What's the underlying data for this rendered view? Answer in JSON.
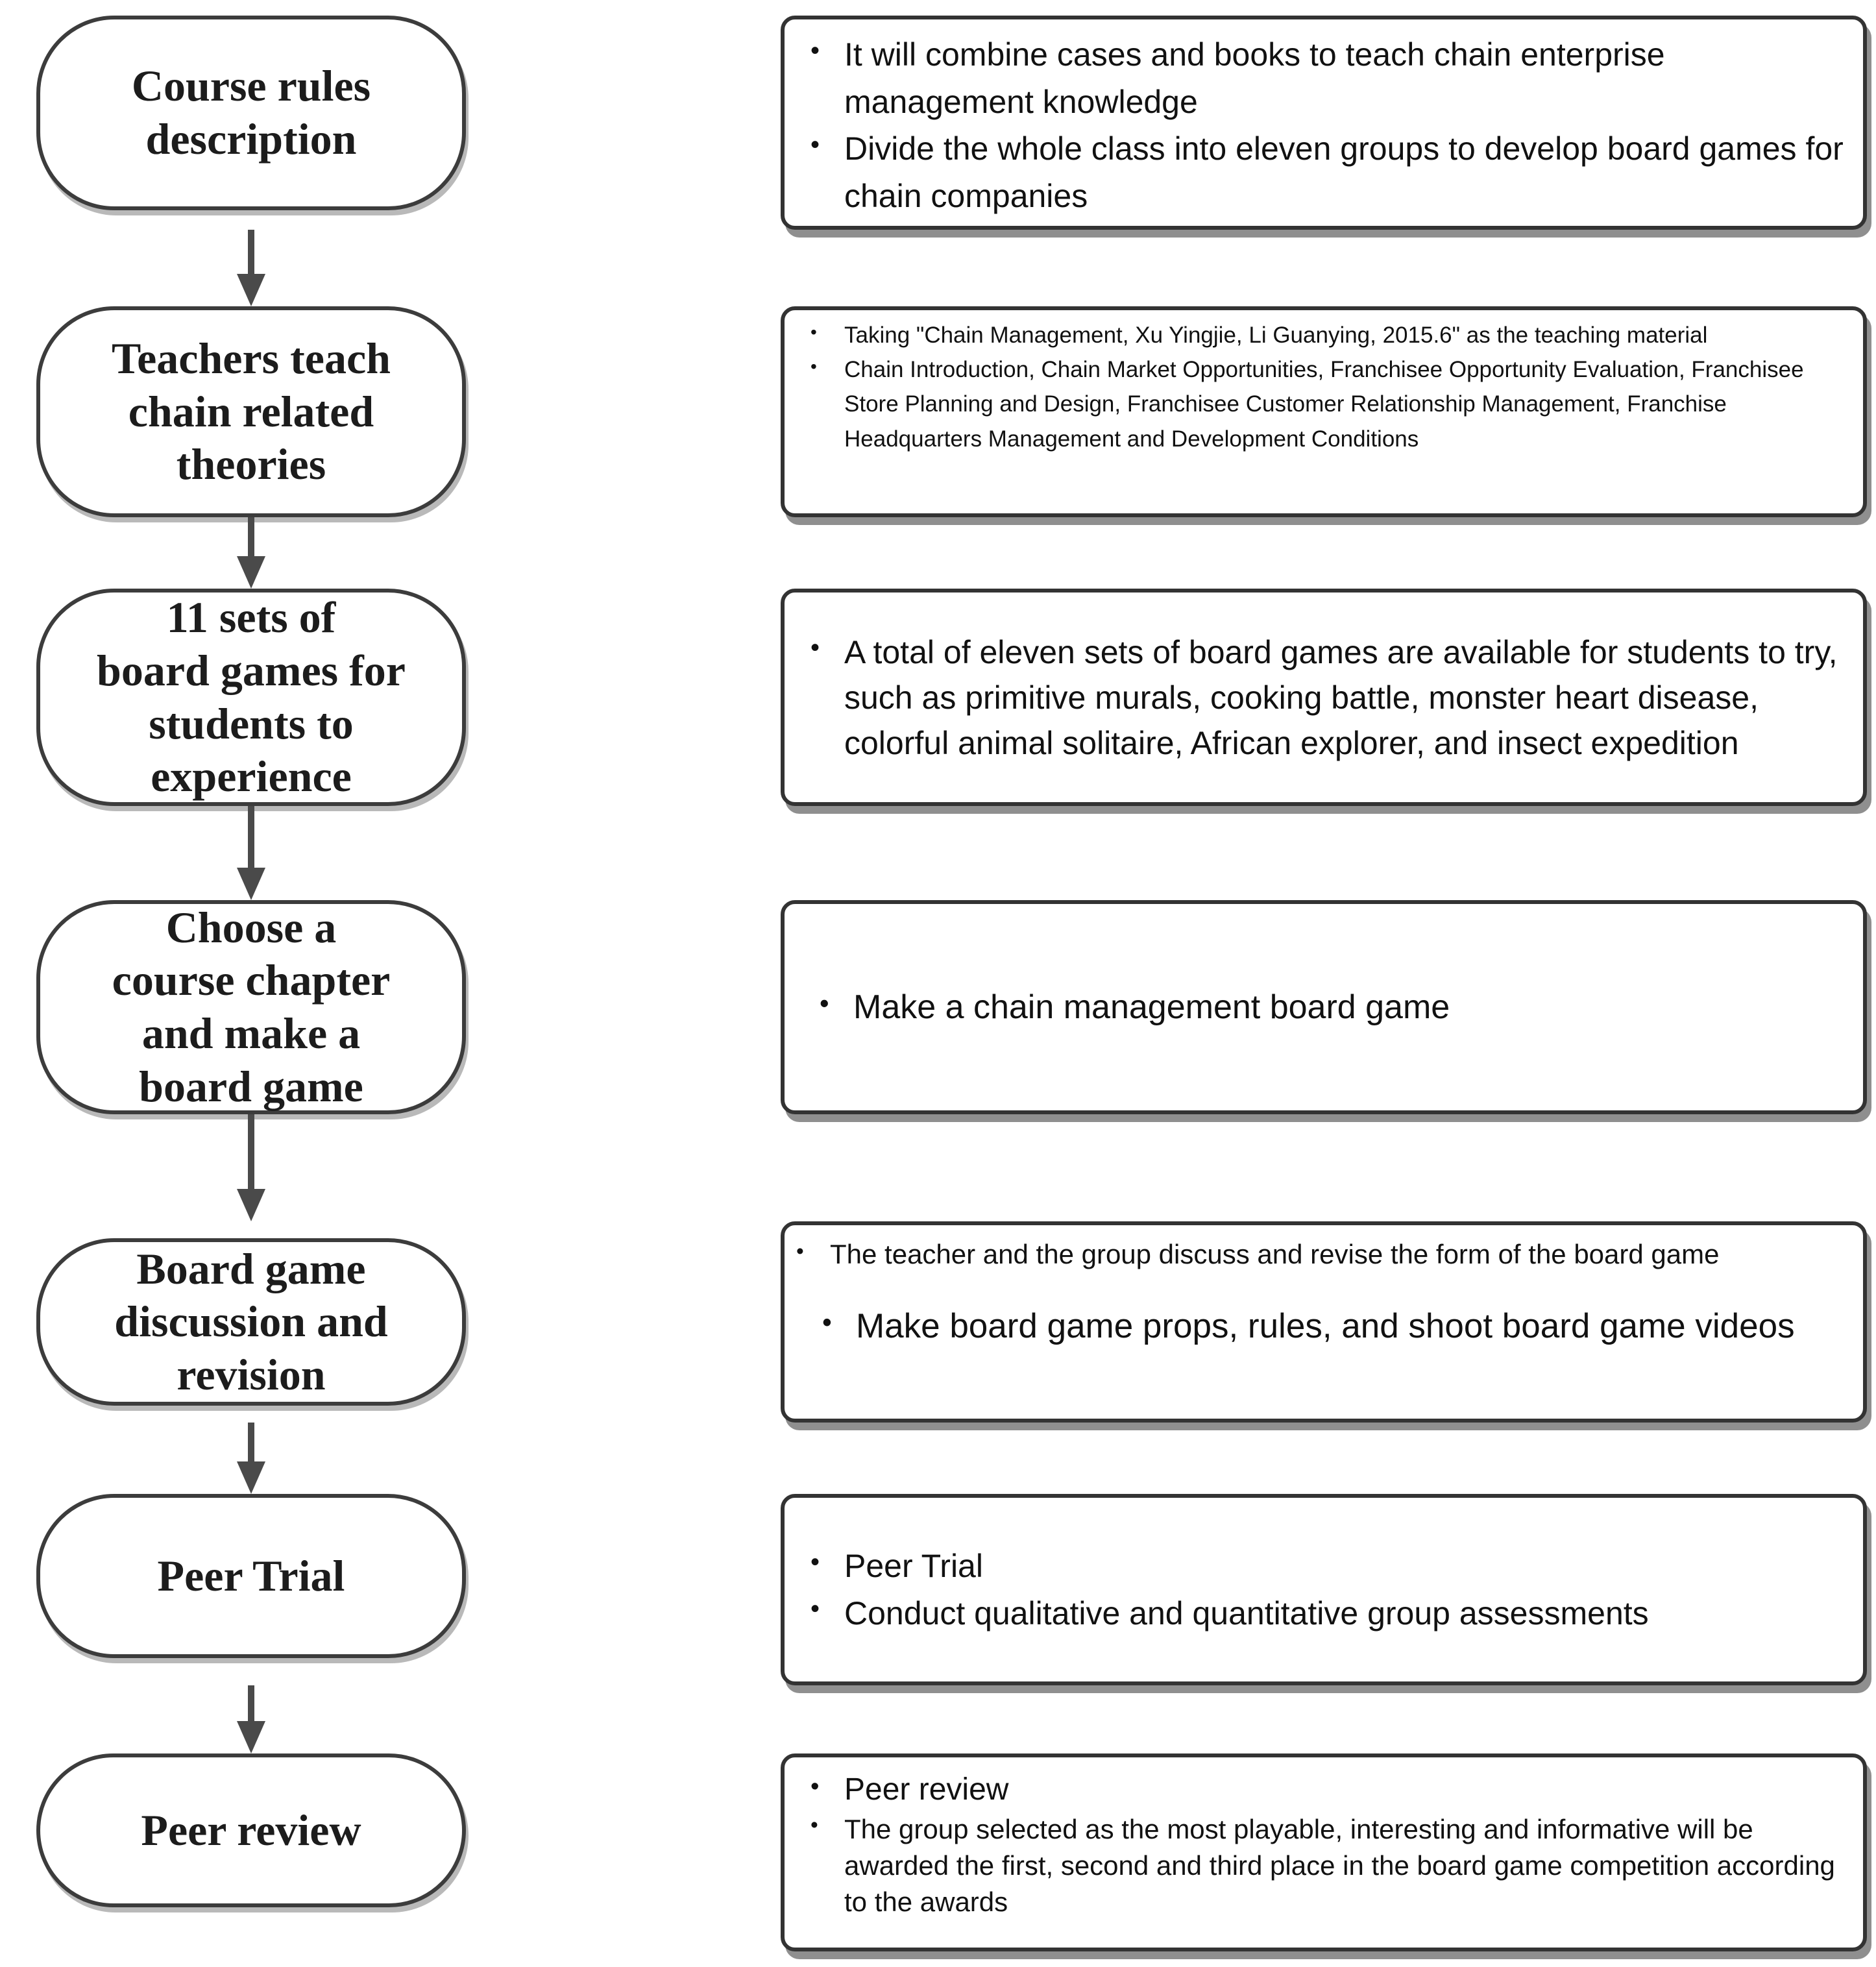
{
  "diagram": {
    "steps": [
      {
        "label": "Course rules\ndescription",
        "details": [
          "It will combine cases and books to teach chain enterprise management knowledge",
          "Divide the whole class into eleven groups to develop board games for chain companies"
        ]
      },
      {
        "label": "Teachers teach\nchain related\ntheories",
        "details": [
          "Taking \"Chain Management, Xu Yingjie, Li Guanying, 2015.6\" as the teaching material",
          "Chain Introduction, Chain Market Opportunities, Franchisee Opportunity Evaluation, Franchisee Store Planning and Design, Franchisee Customer Relationship Management, Franchise Headquarters Management and Development Conditions"
        ]
      },
      {
        "label": "11 sets of\nboard games for\nstudents to\nexperience",
        "details": [
          "A total of eleven sets of board games are available for students to try, such as primitive murals, cooking battle, monster heart disease, colorful animal solitaire, African explorer, and insect expedition"
        ]
      },
      {
        "label": "Choose a\ncourse chapter\nand make a\nboard game",
        "details": [
          "Make a chain management board game"
        ]
      },
      {
        "label": "Board game\ndiscussion and\nrevision",
        "details": [
          "The teacher and the group discuss and revise the form of the board game",
          "Make board game props, rules, and shoot board game videos"
        ]
      },
      {
        "label": "Peer Trial",
        "details": [
          "Peer Trial",
          "Conduct qualitative and quantitative group assessments"
        ]
      },
      {
        "label": "Peer review",
        "details": [
          "Peer review",
          "The group selected as the most playable, interesting and informative will be awarded the first, second and third place in the board game competition according to the awards"
        ]
      }
    ],
    "colors": {
      "node_border": "#3c3c3c",
      "box_border": "#333333",
      "arrow": "#4a4a4a",
      "box_shadow": "#8f8f8f",
      "node_shadow": "#b9b9b9",
      "text": "#111111",
      "background": "#ffffff"
    }
  }
}
